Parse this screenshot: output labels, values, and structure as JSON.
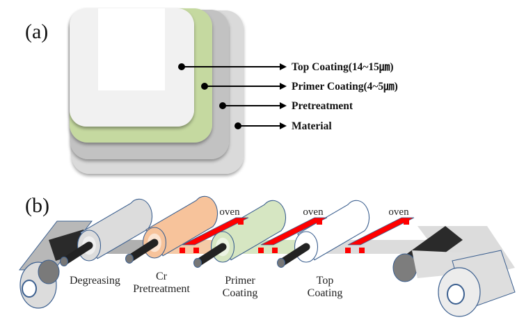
{
  "panel_a": {
    "label": "(a)",
    "layers": [
      {
        "name": "Top Coating(14~15㎛)",
        "color": "#f1f1f1"
      },
      {
        "name": "Primer Coating(4~5㎛)",
        "color": "#c5d9a0"
      },
      {
        "name": "Pretreatment",
        "color": "#c2c2c2"
      },
      {
        "name": "Material",
        "color": "#dadada"
      }
    ]
  },
  "panel_b": {
    "label": "(b)",
    "oven_label": "oven",
    "steps": [
      {
        "line1": "Degreasing",
        "line2": "",
        "roller_color": "#dcdcdc"
      },
      {
        "line1": "Cr",
        "line2": "Pretreatment",
        "roller_color": "#f7c39b"
      },
      {
        "line1": "Primer",
        "line2": "Coating",
        "roller_color": "#d6e6c2"
      },
      {
        "line1": "Top",
        "line2": "Coating",
        "roller_color": "#ffffff"
      }
    ],
    "ovens": [
      "oven",
      "oven",
      "oven"
    ],
    "colors": {
      "oven": "#ff0000",
      "roller_outline": "#3b5f8f",
      "shaft": "#222222",
      "strip": "#b5b5b5"
    }
  }
}
